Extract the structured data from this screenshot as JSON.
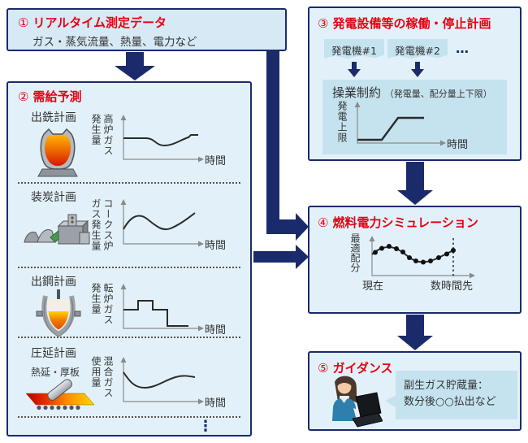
{
  "palette": {
    "navy": "#1b2a6b",
    "red": "#e60012",
    "box_bg": "#e2f1f9",
    "box1_bg": "#d6e9f5",
    "panel_bg": "#c5e3ef",
    "text": "#333333"
  },
  "box1": {
    "number": "①",
    "title": "リアルタイム測定データ",
    "subtitle": "ガス・蒸気流量、熱量、電力など"
  },
  "box2": {
    "number": "②",
    "title": "需給予測",
    "ellipsis": "⋮",
    "sections": [
      {
        "label": "出銑計画",
        "y_label": "高炉ガス\n発生量",
        "x_label": "時間"
      },
      {
        "label": "装炭計画",
        "y_label": "コークス炉\nガス発生量",
        "x_label": "時間"
      },
      {
        "label": "出鋼計画",
        "y_label": "転炉ガス\n発生量",
        "x_label": "時間"
      },
      {
        "label": "圧延計画",
        "sub_label": "熱延・厚板",
        "y_label": "混合ガス\n使用量",
        "x_label": "時間"
      }
    ]
  },
  "box3": {
    "number": "③",
    "title": "発電設備等の稼働・停止計画",
    "generators": [
      {
        "label": "発電機#1"
      },
      {
        "label": "発電機#2"
      }
    ],
    "more": "…",
    "constraint": {
      "title": "操業制約",
      "note": "（発電量、配分量上下限）",
      "y_label": "発電上限",
      "x_label": "時間"
    }
  },
  "box4": {
    "number": "④",
    "title": "燃料電力シミュレーション",
    "graph": {
      "y_label": "最適配分",
      "x_start": "現在",
      "x_end": "数時間先"
    }
  },
  "box5": {
    "number": "⑤",
    "title": "ガイダンス",
    "bubble": "副生ガス貯蔵量：\n数分後○○払出など"
  }
}
